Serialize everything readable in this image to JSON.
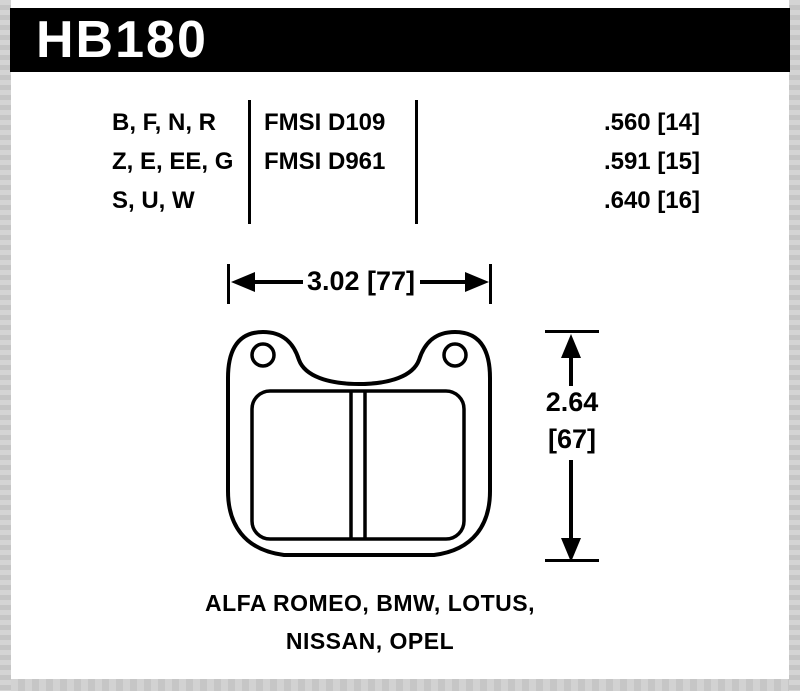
{
  "colors": {
    "ink": "#000000",
    "paper": "#ffffff",
    "edge_gray": "#cacaca"
  },
  "header": {
    "part_number": "HB180"
  },
  "spec_table": {
    "rows": [
      {
        "compounds": "B, F, N, R",
        "fmsi": "FMSI D109",
        "thickness": ".560 [14]"
      },
      {
        "compounds": "Z, E, EE, G",
        "fmsi": "FMSI D961",
        "thickness": ".591 [15]"
      },
      {
        "compounds": "S, U, W",
        "fmsi": "",
        "thickness": ".640 [16]"
      }
    ]
  },
  "dimensions": {
    "width_label": "3.02 [77]",
    "height_value": "2.64",
    "height_metric": "[67]"
  },
  "applications": {
    "line1": "ALFA ROMEO, BMW, LOTUS,",
    "line2": "NISSAN, OPEL"
  }
}
